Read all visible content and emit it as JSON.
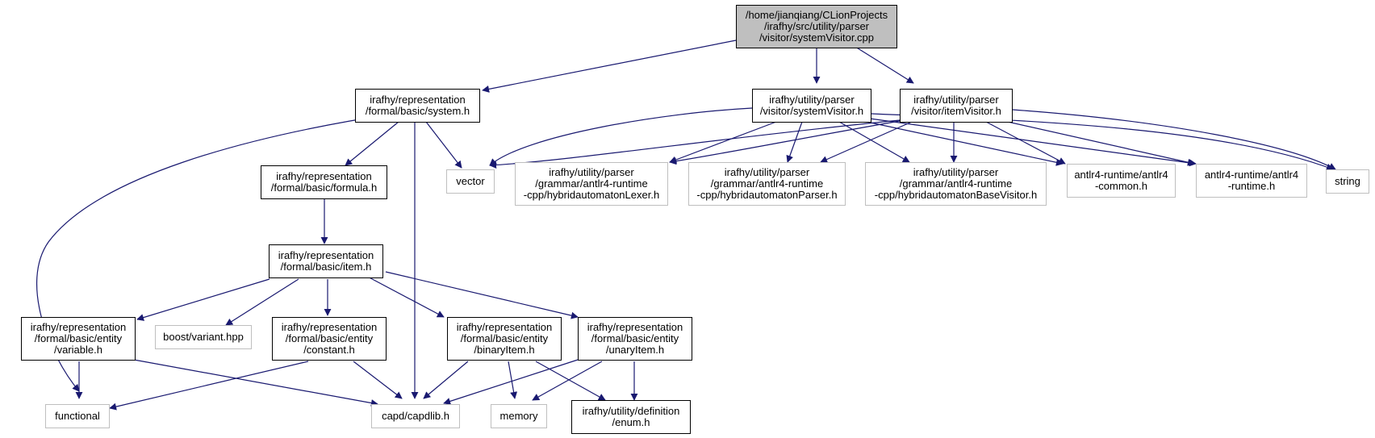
{
  "colors": {
    "edge": "#191970",
    "solid_border": "#000000",
    "external_border": "#bfbfbf",
    "root_fill": "#bfbfbf"
  },
  "nodes": {
    "root": "/home/jianqiang/CLionProjects\n/irafhy/src/utility/parser\n/visitor/systemVisitor.cpp",
    "system_h": "irafhy/representation\n/formal/basic/system.h",
    "systemvisitor_h": "irafhy/utility/parser\n/visitor/systemVisitor.h",
    "itemvisitor_h": "irafhy/utility/parser\n/visitor/itemVisitor.h",
    "formula_h": "irafhy/representation\n/formal/basic/formula.h",
    "vector": "vector",
    "lexer_h": "irafhy/utility/parser\n/grammar/antlr4-runtime\n-cpp/hybridautomatonLexer.h",
    "parser_h": "irafhy/utility/parser\n/grammar/antlr4-runtime\n-cpp/hybridautomatonParser.h",
    "basevisitor_h": "irafhy/utility/parser\n/grammar/antlr4-runtime\n-cpp/hybridautomatonBaseVisitor.h",
    "antlr_common_h": "antlr4-runtime/antlr4\n-common.h",
    "antlr_runtime_h": "antlr4-runtime/antlr4\n-runtime.h",
    "string": "string",
    "item_h": "irafhy/representation\n/formal/basic/item.h",
    "variable_h": "irafhy/representation\n/formal/basic/entity\n/variable.h",
    "boost_variant": "boost/variant.hpp",
    "constant_h": "irafhy/representation\n/formal/basic/entity\n/constant.h",
    "binaryitem_h": "irafhy/representation\n/formal/basic/entity\n/binaryItem.h",
    "unaryitem_h": "irafhy/representation\n/formal/basic/entity\n/unaryItem.h",
    "functional": "functional",
    "capdlib_h": "capd/capdlib.h",
    "memory": "memory",
    "enum_h": "irafhy/utility/definition\n/enum.h"
  }
}
